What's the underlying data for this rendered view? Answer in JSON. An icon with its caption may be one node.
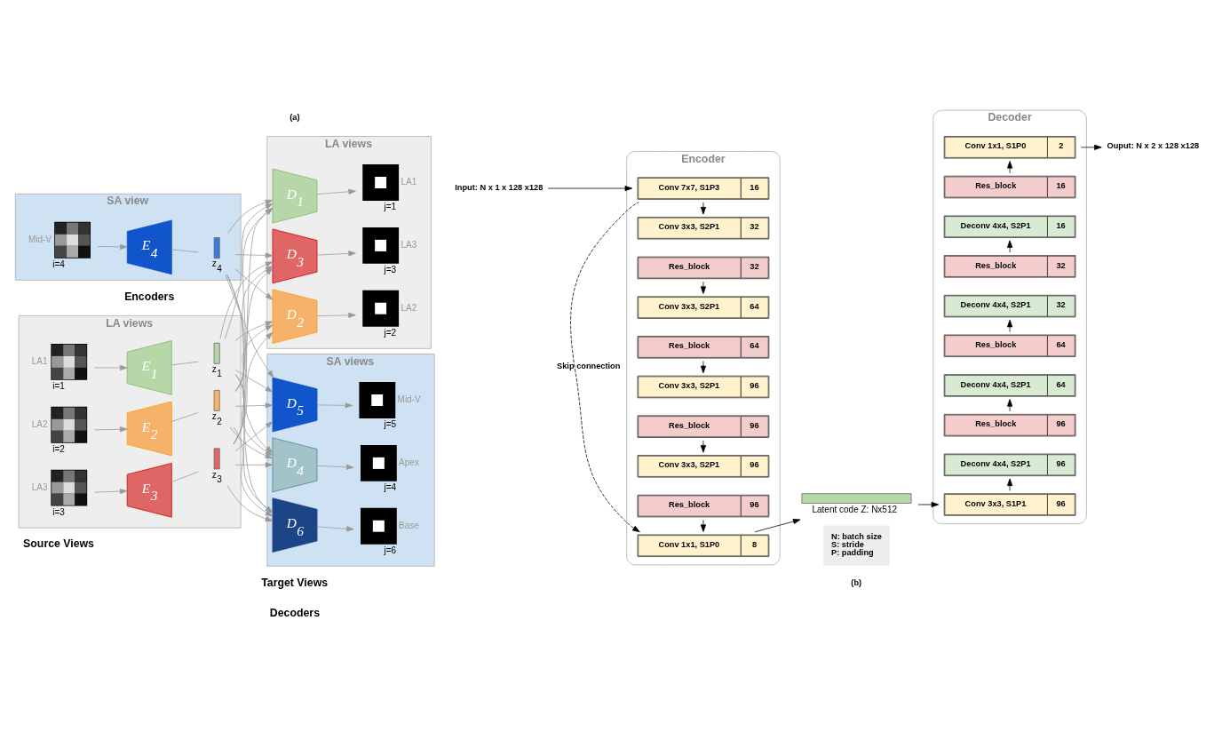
{
  "diagram": {
    "nodes": [
      {
        "text": [
          "LA views"
        ]
      },
      {
        "text": [],
        "shape": "picture",
        "beside": [
          "LA1",
          "i=1"
        ],
        "in": 0
      },
      {
        "text": [
          "E$_{1}$"
        ],
        "in": 0
      },
      {
        "text": [],
        "shape": "bar",
        "beside": [
          "z$_{1}$"
        ],
        "in": 0
      },
      {
        "text": [],
        "shape": "picture",
        "beside": [
          "LA2",
          "i=2"
        ],
        "in": 0
      },
      {
        "text": [
          "E$_{2}$"
        ],
        "in": 0
      },
      {
        "text": [],
        "shape": "bar",
        "beside": [
          "z$_{2}$"
        ],
        "in": 0
      },
      {
        "text": [],
        "shape": "picture",
        "beside": [
          "LA3",
          "i=3"
        ],
        "in": 0
      },
      {
        "text": [
          "E$_{3}$"
        ],
        "in": 0
      },
      {
        "text": [],
        "shape": "bar",
        "beside": [
          "z$_{3}$"
        ],
        "in": 0
      },
      {
        "text": [
          "SA view"
        ]
      },
      {
        "text": [],
        "shape": "picture",
        "beside": [
          "Mid-V",
          "i=4"
        ],
        "in": 10
      },
      {
        "text": [
          "E$_{4}$"
        ],
        "in": 10
      },
      {
        "text": [],
        "shape": "bar",
        "beside": [
          "z$_{4}$"
        ],
        "in": 10
      },
      {
        "text": [
          "LA views"
        ]
      },
      {
        "text": [
          "D$_{1}$"
        ],
        "in": 14
      },
      {
        "text": [],
        "shape": "picture",
        "beside": [
          "LA1",
          "j=1"
        ],
        "in": 14
      },
      {
        "text": [
          "D$_{2}$"
        ],
        "in": 14
      },
      {
        "text": [],
        "shape": "picture",
        "beside": [
          "LA2",
          "j=2"
        ],
        "in": 14
      },
      {
        "text": [
          "D$_{3}$"
        ],
        "in": 14
      },
      {
        "text": [],
        "shape": "picture",
        "beside": [
          "LA3",
          "j=3"
        ],
        "in": 14
      },
      {
        "text": [
          "SA views"
        ]
      },
      {
        "text": [
          "D$_{4}$"
        ],
        "in": 21
      },
      {
        "text": [],
        "shape": "picture",
        "beside": [
          "Apex",
          "j=4"
        ],
        "in": 21
      },
      {
        "text": [
          "D$_{5}$"
        ],
        "in": 21
      },
      {
        "text": [],
        "shape": "picture",
        "beside": [
          "Mid-V",
          "j=5"
        ],
        "in": 21
      },
      {
        "text": [
          "D$_{6}$"
        ],
        "in": 21
      },
      {
        "text": [],
        "shape": "picture",
        "beside": [
          "Base",
          "j=6"
        ],
        "in": 21
      },
      {
        "text": [
          "Input: N x 1 x 128 x128"
        ]
      },
      {
        "text": [
          "Encoder"
        ]
      },
      {
        "text": [
          "Conv 7x7, S1P3",
          "16"
        ],
        "in": 29
      },
      {
        "text": [
          "Conv 3x3, S2P1",
          "32"
        ],
        "in": 29
      },
      {
        "text": [
          "Res_block",
          "32"
        ],
        "in": 29
      },
      {
        "text": [
          "Conv 3x3, S2P1",
          "64"
        ],
        "in": 29
      },
      {
        "text": [
          "Res_block",
          "64"
        ],
        "in": 29
      },
      {
        "text": [
          "Conv 3x3, S2P1",
          "96"
        ],
        "in": 29
      },
      {
        "text": [
          "Res_block",
          "96"
        ],
        "in": 29
      },
      {
        "text": [
          "Conv 3x3, S2P1",
          "96"
        ],
        "in": 29
      },
      {
        "text": [
          "Res_block",
          "96"
        ],
        "in": 29
      },
      {
        "text": [
          "Conv 1x1, S1P0",
          "8"
        ],
        "in": 29
      },
      {
        "text": [
          "Ouput: N x 2 x 128 x128"
        ]
      },
      {
        "text": [
          "Decoder"
        ]
      },
      {
        "text": [
          "Conv 1x1, S1P0",
          "2"
        ],
        "in": 41
      },
      {
        "text": [
          "Res_block",
          "16"
        ],
        "in": 41
      },
      {
        "text": [
          "Deconv 4x4, S2P1",
          "16"
        ],
        "in": 41
      },
      {
        "text": [
          "Res_block",
          "32"
        ],
        "in": 41
      },
      {
        "text": [
          "Deconv 4x4, S2P1",
          "32"
        ],
        "in": 41
      },
      {
        "text": [
          "Res_block",
          "64"
        ],
        "in": 41
      },
      {
        "text": [
          "Deconv 4x4, S2P1",
          "64"
        ],
        "in": 41
      },
      {
        "text": [
          "Res_block",
          "96"
        ],
        "in": 41
      },
      {
        "text": [
          "Deconv 4x4, S2P1",
          "96"
        ],
        "in": 41
      },
      {
        "text": [
          "Conv 3x3, S1P1",
          "96"
        ],
        "in": 41
      },
      {
        "text": [],
        "shape": "bar",
        "beside": [
          "Latent code Z: Nx512"
        ]
      },
      {
        "text": [
          "N: batch size",
          "S: stride",
          "P: padding"
        ]
      }
    ],
    "edges": [
      {
        "from": 1,
        "to": 2,
        "arrow": "to"
      },
      {
        "from": 2,
        "to": 3,
        "arrow": "none"
      },
      {
        "from": 4,
        "to": 5,
        "arrow": "to"
      },
      {
        "from": 5,
        "to": 6,
        "arrow": "none"
      },
      {
        "from": 7,
        "to": 8,
        "arrow": "to"
      },
      {
        "from": 8,
        "to": 9,
        "arrow": "none"
      },
      {
        "from": 11,
        "to": 12,
        "arrow": "to"
      },
      {
        "from": 12,
        "to": 13,
        "arrow": "none"
      },
      {
        "from": 3,
        "to": 15,
        "arrow": "to"
      },
      {
        "from": 3,
        "to": 17,
        "arrow": "to"
      },
      {
        "from": 3,
        "to": 19,
        "arrow": "to"
      },
      {
        "from": 3,
        "to": 22,
        "arrow": "to"
      },
      {
        "from": 3,
        "to": 24,
        "arrow": "to"
      },
      {
        "from": 3,
        "to": 26,
        "arrow": "to"
      },
      {
        "from": 6,
        "to": 15,
        "arrow": "to"
      },
      {
        "from": 6,
        "to": 17,
        "arrow": "to"
      },
      {
        "from": 6,
        "to": 19,
        "arrow": "to"
      },
      {
        "from": 6,
        "to": 22,
        "arrow": "to"
      },
      {
        "from": 6,
        "to": 24,
        "arrow": "to"
      },
      {
        "from": 6,
        "to": 26,
        "arrow": "to"
      },
      {
        "from": 9,
        "to": 15,
        "arrow": "to"
      },
      {
        "from": 9,
        "to": 17,
        "arrow": "to"
      },
      {
        "from": 9,
        "to": 19,
        "arrow": "to"
      },
      {
        "from": 9,
        "to": 22,
        "arrow": "to"
      },
      {
        "from": 9,
        "to": 24,
        "arrow": "to"
      },
      {
        "from": 9,
        "to": 26,
        "arrow": "to"
      },
      {
        "from": 13,
        "to": 15,
        "arrow": "to"
      },
      {
        "from": 13,
        "to": 17,
        "arrow": "to"
      },
      {
        "from": 13,
        "to": 19,
        "arrow": "to"
      },
      {
        "from": 13,
        "to": 22,
        "arrow": "to"
      },
      {
        "from": 13,
        "to": 24,
        "arrow": "to"
      },
      {
        "from": 13,
        "to": 26,
        "arrow": "to"
      },
      {
        "from": 15,
        "to": 16,
        "arrow": "to"
      },
      {
        "from": 17,
        "to": 18,
        "arrow": "to"
      },
      {
        "from": 19,
        "to": 20,
        "arrow": "to"
      },
      {
        "from": 22,
        "to": 23,
        "arrow": "to"
      },
      {
        "from": 24,
        "to": 25,
        "arrow": "to"
      },
      {
        "from": 26,
        "to": 27,
        "arrow": "to"
      },
      {
        "from": 28,
        "to": 30,
        "arrow": "to",
        "color": "#000000"
      },
      {
        "from": 30,
        "to": 31,
        "arrow": "to",
        "color": "#000000"
      },
      {
        "from": 32,
        "to": 33,
        "arrow": "to",
        "color": "#000000"
      },
      {
        "from": 34,
        "to": 35,
        "arrow": "to",
        "color": "#000000"
      },
      {
        "from": 36,
        "to": 37,
        "arrow": "to",
        "color": "#000000"
      },
      {
        "from": 38,
        "to": 39,
        "arrow": "to",
        "color": "#000000"
      },
      {
        "from": 30,
        "to": 39,
        "arrow": "to",
        "label": "Skip connection",
        "style": "dashed",
        "color": "#000000"
      },
      {
        "from": 39,
        "to": 52,
        "arrow": "to",
        "color": "#000000"
      },
      {
        "from": 52,
        "to": 51,
        "arrow": "to",
        "color": "#000000"
      },
      {
        "from": 51,
        "to": 50,
        "arrow": "to",
        "color": "#000000"
      },
      {
        "from": 49,
        "to": 48,
        "arrow": "to",
        "color": "#000000"
      },
      {
        "from": 47,
        "to": 46,
        "arrow": "to",
        "color": "#000000"
      },
      {
        "from": 45,
        "to": 44,
        "arrow": "to",
        "color": "#000000"
      },
      {
        "from": 43,
        "to": 42,
        "arrow": "to",
        "color": "#000000"
      },
      {
        "from": 42,
        "to": 40,
        "arrow": "to",
        "color": "#000000"
      }
    ],
    "labels": [
      "Target Views",
      "Source Views",
      "Encoders",
      "Decoders",
      "(a)",
      "(b)"
    ]
  }
}
